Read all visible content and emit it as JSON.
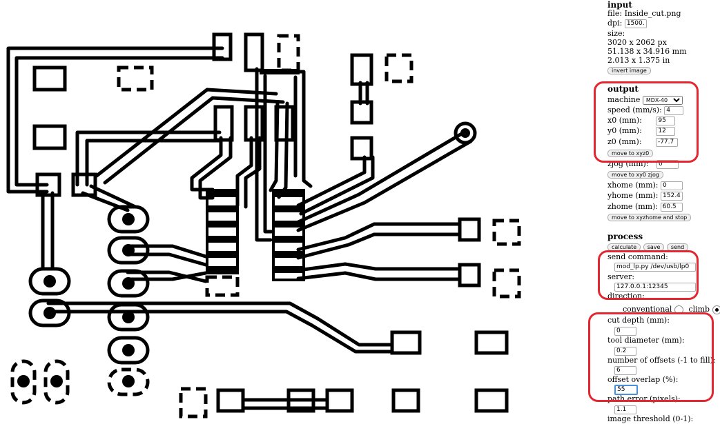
{
  "input": {
    "heading": "input",
    "file_line": "file: Inside_cut.png",
    "dpi_label": "dpi:",
    "dpi_value": "1500.0",
    "size_label": "size:",
    "size_px": "3020 x 2062 px",
    "size_mm": "51.138 x 34.916 mm",
    "size_in": "2.013 x 1.375 in",
    "invert_label": "invert image"
  },
  "output": {
    "heading": "output",
    "machine_label": "machine",
    "machine_value": "MDX-40",
    "speed_label": "speed (mm/s):",
    "speed_value": "4",
    "x0_label": "x0 (mm):",
    "x0_value": "95",
    "y0_label": "y0 (mm):",
    "y0_value": "12",
    "z0_label": "z0 (mm):",
    "z0_value": "-77.7",
    "move_xyz0_label": "move to xyz0",
    "zjog_label": "zjog (mm):",
    "zjog_value": "0",
    "move_xy0_label": "move to xy0 zjog",
    "xhome_label": "xhome (mm):",
    "xhome_value": "0",
    "yhome_label": "yhome (mm):",
    "yhome_value": "152.4",
    "zhome_label": "zhome (mm):",
    "zhome_value": "60.5",
    "move_home_label": "move to xyzhome and stop"
  },
  "process": {
    "heading": "process",
    "calculate_label": "calculate",
    "save_label": "save",
    "send_label": "send",
    "send_command_label": "send command:",
    "send_command_value": "mod_lp.py /dev/usb/lp0",
    "server_label": "server:",
    "server_value": "127.0.0.1:12345",
    "direction_label": "direction:",
    "conventional_label": "conventional",
    "climb_label": "climb",
    "cut_depth_label": "cut depth (mm):",
    "cut_depth_value": "0",
    "tool_diameter_label": "tool diameter (mm):",
    "tool_diameter_value": "0.2",
    "offsets_label": "number of offsets (-1 to fill):",
    "offsets_value": "6",
    "overlap_label": "offset overlap (%):",
    "overlap_value": "55",
    "path_error_label": "path error (pixels):",
    "path_error_value": "1.1",
    "threshold_label": "image threshold (0-1):"
  },
  "colors": {
    "highlight": "#e32731",
    "trace": "#000000",
    "background": "#ffffff"
  }
}
